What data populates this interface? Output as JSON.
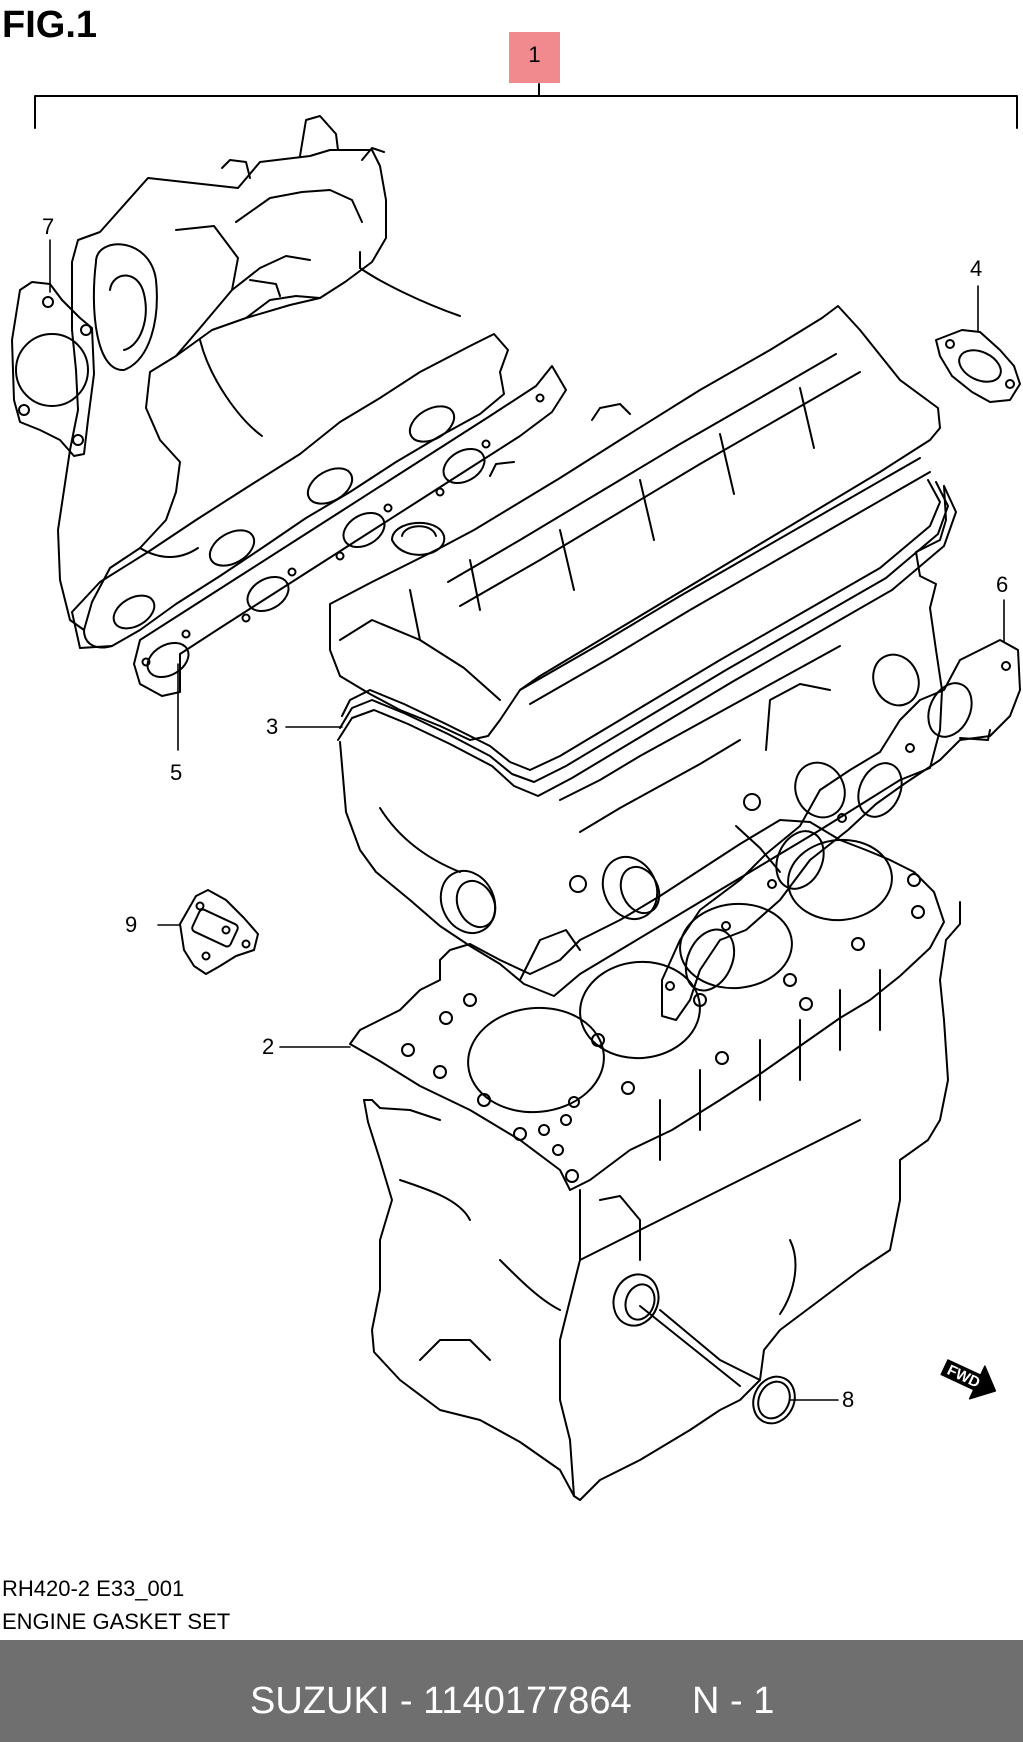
{
  "figure": {
    "title": "FIG.1",
    "callouts": {
      "c1": "1",
      "c2": "2",
      "c3": "3",
      "c4": "4",
      "c5": "5",
      "c6": "6",
      "c7": "7",
      "c8": "8",
      "c9": "9"
    },
    "direction_arrow": {
      "icon": "fwd-arrow-icon",
      "label": "FWD"
    },
    "highlight_color": "#f08a8f"
  },
  "caption": {
    "code": "RH420-2 E33_001",
    "name": "ENGINE GASKET SET"
  },
  "footer": {
    "brand_part": "SUZUKI - 1140177864",
    "page": "N - 1",
    "background": "#6f6f6f"
  }
}
